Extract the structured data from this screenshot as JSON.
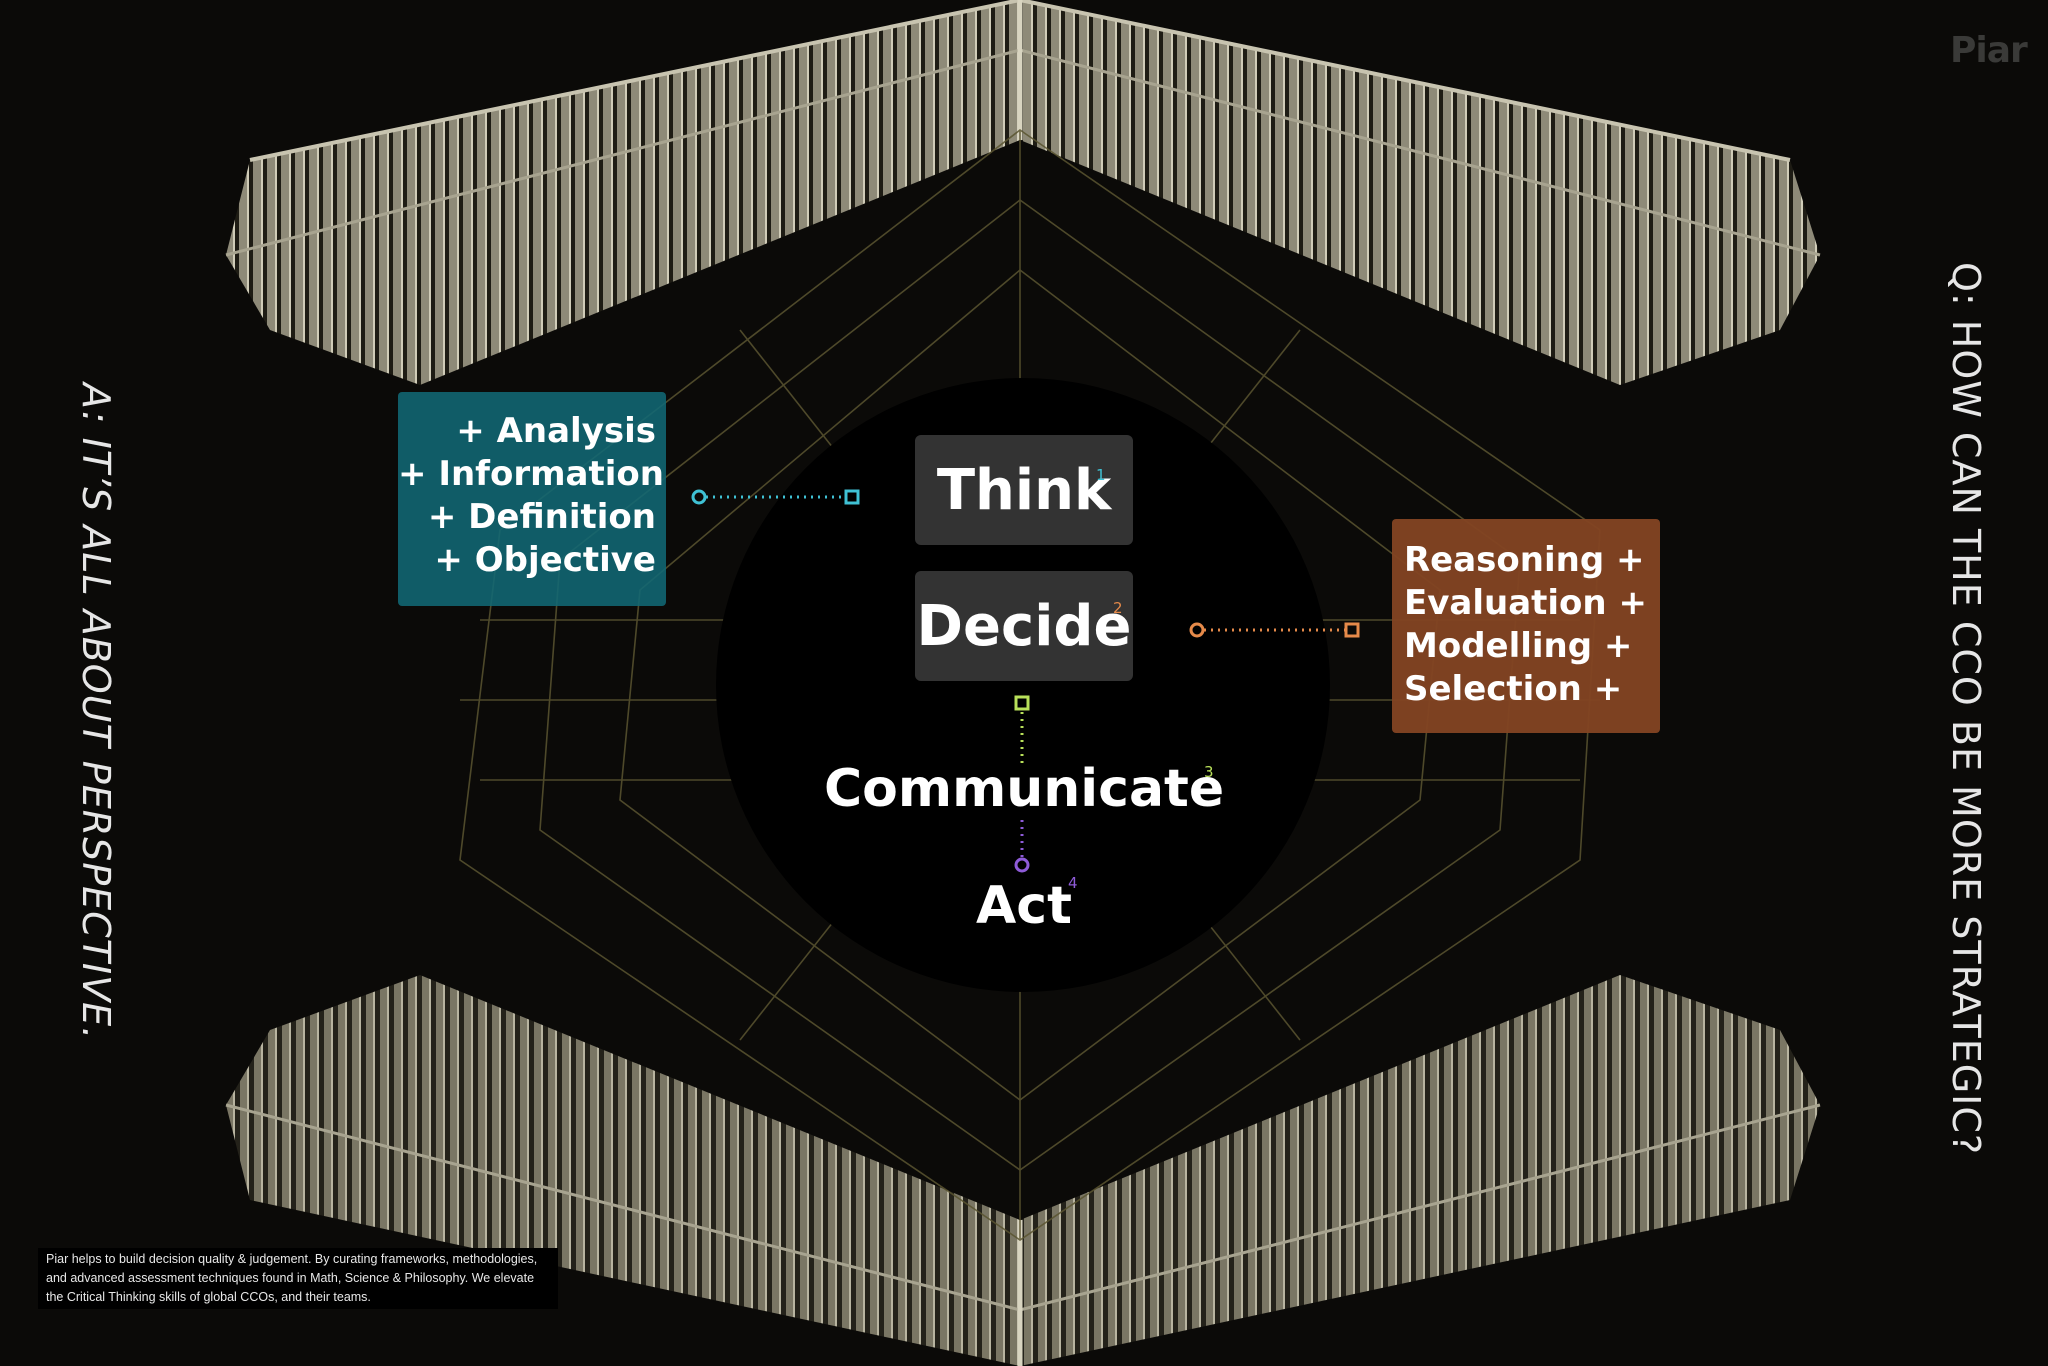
{
  "brand": {
    "logo": "Piar"
  },
  "side_text": {
    "left": "A: IT’S ALL ABOUT PERSPECTIVE.",
    "right": "Q: HOW CAN THE CCO BE MORE STRATEGIC?"
  },
  "left_box": {
    "items": [
      "+ Analysis",
      "+ Information",
      "+ Definition",
      "+ Objective"
    ],
    "color": "#116874"
  },
  "right_box": {
    "items": [
      "Reasoning +",
      "Evaluation +",
      "Modelling +",
      "Selection +"
    ],
    "color": "#824422"
  },
  "steps": [
    {
      "label": "Think",
      "number": "1",
      "color": "#3fc1d4"
    },
    {
      "label": "Decide",
      "number": "2",
      "color": "#e68a4a"
    },
    {
      "label": "Communicate",
      "number": "3",
      "color": "#b8e05a"
    },
    {
      "label": "Act",
      "number": "4",
      "color": "#8e5bd8"
    }
  ],
  "footer": {
    "text": "Piar helps to build decision quality & judgement. By curating frameworks, methodologies, and advanced assessment techniques found in Math, Science & Philosophy. We elevate the Critical Thinking skills of global CCOs, and their teams."
  }
}
